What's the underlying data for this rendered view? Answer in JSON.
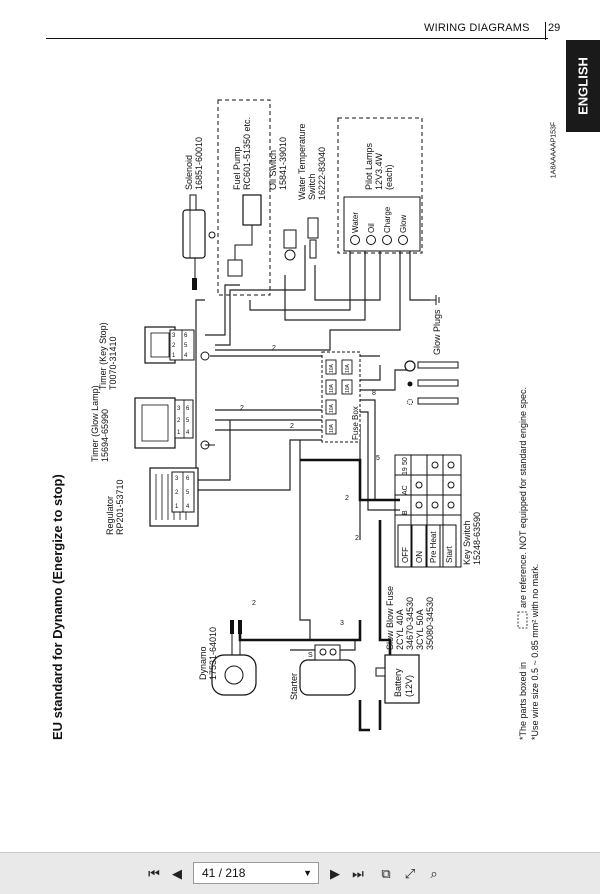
{
  "header": {
    "section_title": "WIRING DIAGRAMS",
    "page_number": "29",
    "language_tab": "ENGLISH",
    "doc_code": "1A8AAAAAP153F"
  },
  "diagram": {
    "title": "EU standard for Dynamo (Energize to stop)",
    "dynamo": {
      "name": "Dynamo",
      "part": "17531-64010"
    },
    "regulator": {
      "name": "Regulator",
      "part": "RP201-53710",
      "terminals": [
        "1",
        "2",
        "3",
        "4",
        "5",
        "6"
      ]
    },
    "timer_glow": {
      "name": "Timer (Glow Lamp)",
      "part": "15694-65990",
      "terminals": [
        "1",
        "2",
        "3",
        "4",
        "5",
        "6"
      ]
    },
    "timer_key": {
      "name": "Timer (Key Stop)",
      "part": "T0070-31410",
      "terminals": [
        "1",
        "2",
        "3",
        "4",
        "5",
        "6"
      ]
    },
    "solenoid": {
      "name": "Solenoid",
      "part": "16851-60010"
    },
    "fuel_pump": {
      "name": "Fuel Pump",
      "part": "RC601-51350 etc."
    },
    "oil_switch": {
      "name": "Oil Switch",
      "part": "15841-39010"
    },
    "water_temp": {
      "name1": "Water Temperature",
      "name2": "Switch",
      "part": "16222-83040"
    },
    "pilot_lamps": {
      "name": "Pilot Lamps",
      "spec": "12V3.4W",
      "note": "(each)",
      "lamps": [
        "Water",
        "Oil",
        "Charge",
        "Glow"
      ]
    },
    "fuse_box": {
      "name": "Fuse Box",
      "fuses": [
        "10A",
        "10A",
        "10A",
        "10A",
        "10A",
        "10A"
      ]
    },
    "glow_plugs": {
      "name": "Glow Plugs"
    },
    "key_switch": {
      "name": "Key Switch",
      "part": "15248-63590",
      "columns": [
        "B",
        "AC",
        "19",
        "50"
      ],
      "rows": [
        "OFF",
        "ON",
        "Pre Heat",
        "Start"
      ]
    },
    "starter": {
      "name": "Starter",
      "terminal": "S"
    },
    "battery": {
      "name": "Battery",
      "voltage": "(12V)"
    },
    "slow_blow_fuse": {
      "name": "Slow Blow Fuse",
      "line1": "2CYL 40A",
      "line2": "34670-34530",
      "line3": "3CYL 50A",
      "line4": "35080-34530"
    },
    "wire_numbers": [
      "2",
      "2",
      "2",
      "2",
      "2",
      "2",
      "3",
      "3",
      "5",
      "8"
    ],
    "notes": {
      "note1_prefix": "*The parts boxed in",
      "note1_suffix": "are reference. NOT equipped for standard engine spec.",
      "note2": "*Use wire size 0.5 ~ 0.85 mm² with no mark."
    }
  },
  "toolbar": {
    "first_page": "⏮",
    "prev_page": "◀",
    "page_indicator": "41 / 218",
    "dropdown_caret": "▼",
    "next_page": "▶",
    "last_page": "⏭",
    "fit_page": "⧉",
    "fit_width": "⤢",
    "zoom": "⌕"
  }
}
